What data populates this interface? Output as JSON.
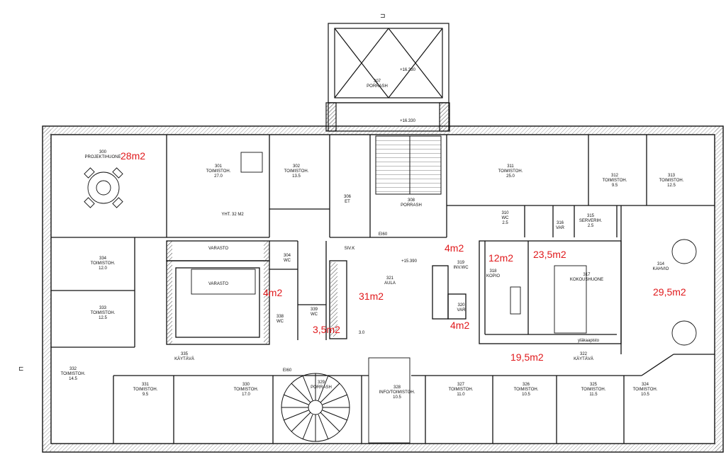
{
  "rooms": [
    {
      "id": "r300",
      "lines": "300\nPROJEKTIHUONE"
    },
    {
      "id": "r301",
      "lines": "301\nTOIMISTOH.\n27.0"
    },
    {
      "id": "r301yht",
      "lines": "YHT. 32 M2"
    },
    {
      "id": "r302",
      "lines": "302\nTOIMISTOH.\n13.5"
    },
    {
      "id": "r306",
      "lines": "306\nET"
    },
    {
      "id": "r307",
      "lines": "307\nPORRASH"
    },
    {
      "id": "r308",
      "lines": "308\nPORRASH"
    },
    {
      "id": "r311",
      "lines": "311\nTOIMISTOH.\n25.0"
    },
    {
      "id": "r312",
      "lines": "312\nTOIMISTOH.\n9.5"
    },
    {
      "id": "r313",
      "lines": "313\nTOIMISTOH.\n12.5"
    },
    {
      "id": "r310",
      "lines": "310\nWC\n2.5"
    },
    {
      "id": "r316",
      "lines": "316\nVAR"
    },
    {
      "id": "r315",
      "lines": "315\nSERVERIH.\n2.5"
    },
    {
      "id": "r314",
      "lines": "314\nKAHVIO"
    },
    {
      "id": "r317",
      "lines": "317\nKOKOUSHUONE"
    },
    {
      "id": "r318",
      "lines": "318\nKOPIO"
    },
    {
      "id": "r319",
      "lines": "319\nINV.WC"
    },
    {
      "id": "r320",
      "lines": "320\nVAR"
    },
    {
      "id": "r321",
      "lines": "321\nAULA"
    },
    {
      "id": "r321b",
      "lines": "3.0"
    },
    {
      "id": "rvarasto1",
      "lines": "VARASTO"
    },
    {
      "id": "rvarasto2",
      "lines": "VARASTO"
    },
    {
      "id": "r304",
      "lines": "304\nWC"
    },
    {
      "id": "r338",
      "lines": "338\nWC"
    },
    {
      "id": "r339",
      "lines": "339\nWC"
    },
    {
      "id": "r334",
      "lines": "334\nTOIMISTOH.\n12.0"
    },
    {
      "id": "r333",
      "lines": "333\nTOIMISTOH.\n12.5"
    },
    {
      "id": "r335",
      "lines": "335\nKÄYTÄVÄ"
    },
    {
      "id": "r332",
      "lines": "332\nTOIMISTOH.\n14.5"
    },
    {
      "id": "r331",
      "lines": "331\nTOIMISTOH.\n9.5"
    },
    {
      "id": "r330",
      "lines": "330\nTOIMISTOH.\n17.0"
    },
    {
      "id": "r329",
      "lines": "329\nPORRASH"
    },
    {
      "id": "r328",
      "lines": "328\nINFO/TOIMISTOH.\n10.5"
    },
    {
      "id": "r327",
      "lines": "327\nTOIMISTOH.\n11.0"
    },
    {
      "id": "r326",
      "lines": "326\nTOIMISTOH.\n10.5"
    },
    {
      "id": "r325",
      "lines": "325\nTOIMISTOH.\n11.5"
    },
    {
      "id": "r324",
      "lines": "324\nTOIMISTOH.\n10.5"
    },
    {
      "id": "r322",
      "lines": "322\nKÄYTÄVÄ"
    },
    {
      "id": "rsiv",
      "lines": "SIV.K"
    },
    {
      "id": "rei60a",
      "lines": "EI60"
    },
    {
      "id": "rei60b",
      "lines": "EI60"
    },
    {
      "id": "rlevel1",
      "lines": "+16.330"
    },
    {
      "id": "rlevel2",
      "lines": "+16.330"
    },
    {
      "id": "rlevel3",
      "lines": "+15.390"
    },
    {
      "id": "rwcl",
      "lines": "yläkaapisto"
    }
  ],
  "area_labels": [
    {
      "id": "a28",
      "text": "28m2"
    },
    {
      "id": "a4a",
      "text": "4m2"
    },
    {
      "id": "a12",
      "text": "12m2"
    },
    {
      "id": "a235",
      "text": "23,5m2"
    },
    {
      "id": "a4b",
      "text": "4m2"
    },
    {
      "id": "a31",
      "text": "31m2"
    },
    {
      "id": "a295",
      "text": "29,5m2"
    },
    {
      "id": "a4c",
      "text": "4m2"
    },
    {
      "id": "a35",
      "text": "3,5m2"
    },
    {
      "id": "a195",
      "text": "19,5m2"
    }
  ],
  "north_arrows": {
    "top": "⊐",
    "left": "⊏"
  },
  "colors": {
    "line": "#111111",
    "area_text": "#e0191c",
    "hatch": "#555555"
  }
}
